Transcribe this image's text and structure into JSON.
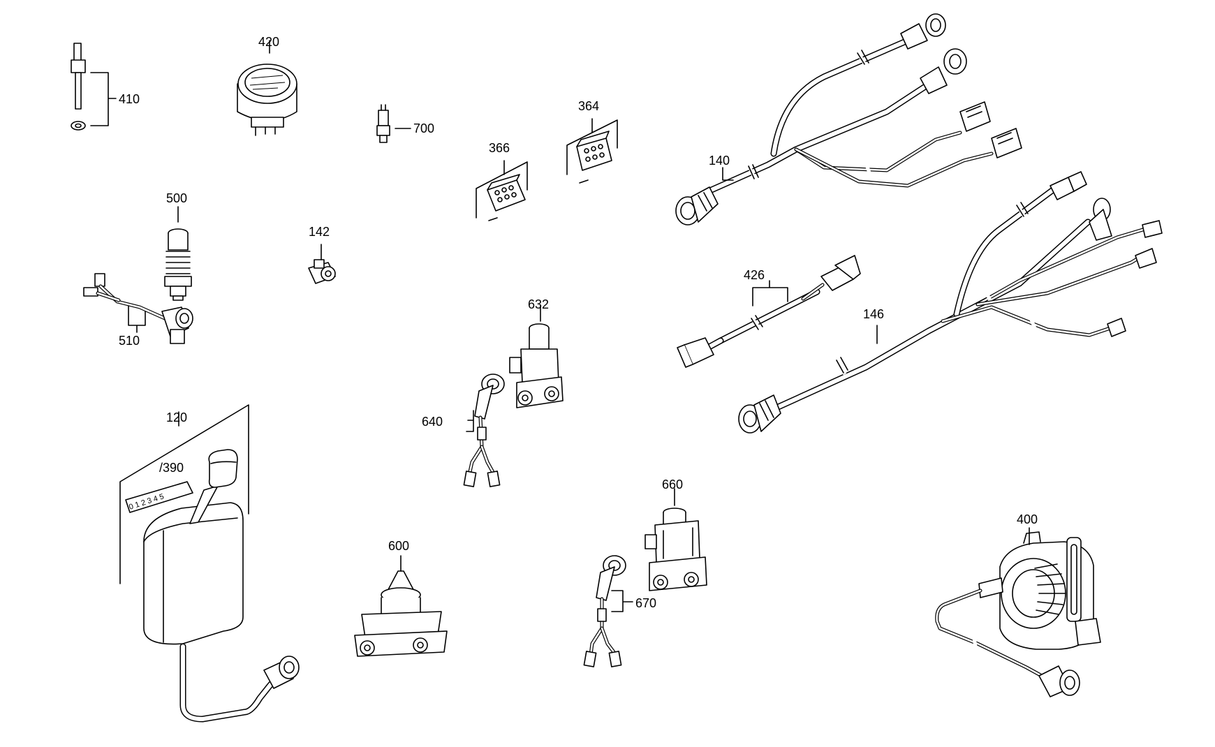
{
  "callouts": {
    "p410": "410",
    "p420": "420",
    "p700": "700",
    "p366": "366",
    "p364": "364",
    "p140": "140",
    "p500": "500",
    "p510": "510",
    "p142": "142",
    "p426": "426",
    "p146": "146",
    "p632": "632",
    "p640": "640",
    "p120": "120",
    "p390": "/390",
    "p600": "600",
    "p660": "660",
    "p670": "670",
    "p400": "400"
  },
  "lever_scale": "0 1 2 3 4 5",
  "icons": [
    "sensor",
    "gauge",
    "pressure-switch",
    "connector-housing",
    "cable-harness",
    "solenoid-valve",
    "control-lever",
    "pressure-regulator",
    "electric-motor"
  ]
}
